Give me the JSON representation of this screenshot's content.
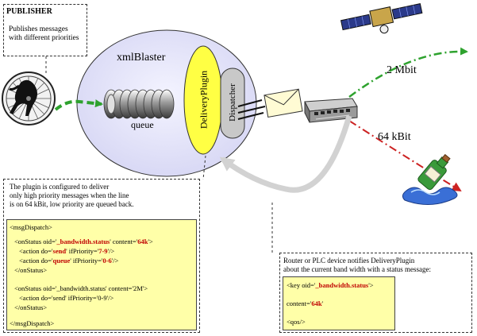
{
  "publisher": {
    "title": "PUBLISHER",
    "line1": "Publishes messages",
    "line2": "with different priorities"
  },
  "xmlblaster_label": "xmlBlaster",
  "queue_label": "queue",
  "delivery_plugin_label": "DeliveryPlugin",
  "dispatcher_label": "Dispatcher",
  "bandwidth_high": "2 Mbit",
  "bandwidth_low": "64 kBit",
  "plugin_note": {
    "line1": "The plugin is configured to deliver",
    "line2": "only high priority messages when the line",
    "line3": "is on 64 kBit, low priority are queued back."
  },
  "config_xml": {
    "l1": "<msgDispatch>",
    "l2a": "<onStatus oid='",
    "l2b": "_bandwidth.status",
    "l2c": "' content='",
    "l2d": "64k",
    "l2e": "'>",
    "l3a": "<action do='",
    "l3b": "send",
    "l3c": "' ifPriority='",
    "l3d": "7-9",
    "l3e": "'/>",
    "l4a": "<action do='",
    "l4b": "queue",
    "l4c": "' ifPriority='",
    "l4d": "0-6",
    "l4e": "'/>",
    "l5": "</onStatus>",
    "l6": "<onStatus oid='_bandwidth.status' content='2M'>",
    "l7": "<action do='send' ifPriority='0-9'/>",
    "l8": "</onStatus>",
    "l9": "</msgDispatch>"
  },
  "router_note": {
    "line1": "Router or PLC device notifies DeliveryPlugin",
    "line2": "about the current band width with a status message:"
  },
  "status_xml": {
    "l1a": "<key oid='",
    "l1b": "_bandwidth.status",
    "l1c": "'>",
    "l2a": "content='",
    "l2b": "64k",
    "l2c": "'",
    "l3": "<qos/>"
  },
  "colors": {
    "green_arrow": "#2ea22e",
    "red_arrow": "#cc2222",
    "cylinder": "#e6e6ff",
    "plugin": "#ffff44",
    "dispatcher": "#c8c8c8",
    "note_yellow": "#ffffa8"
  },
  "icons": [
    "hamster-wheel-icon",
    "satellite-icon",
    "bottle-in-water-icon",
    "envelope-icon",
    "network-switch-icon"
  ]
}
